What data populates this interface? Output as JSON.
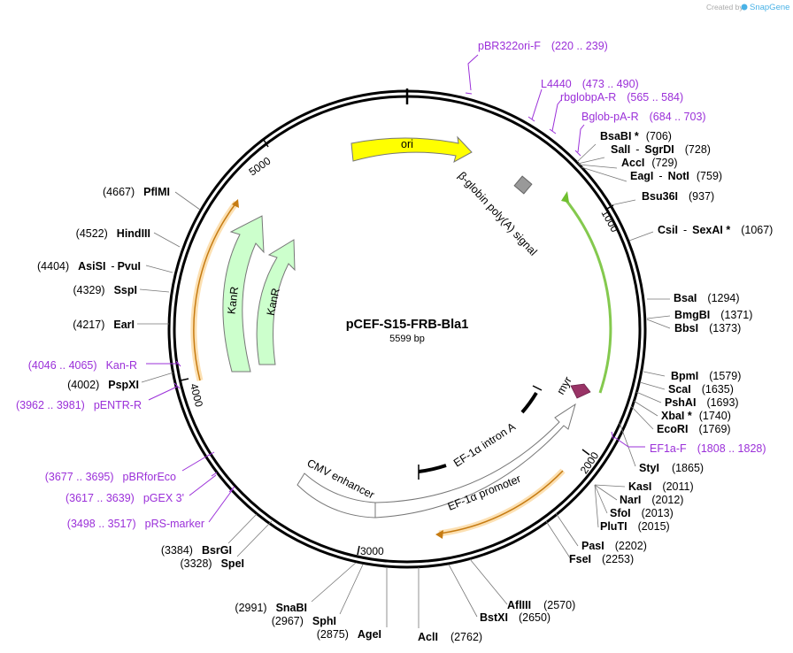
{
  "credit": {
    "created_by": "Created by",
    "brand": "SnapGene"
  },
  "plasmid": {
    "name": "pCEF-S15-FRB-Bla1",
    "size": "5599 bp"
  },
  "ticks": [
    "1000",
    "2000",
    "3000",
    "4000",
    "5000"
  ],
  "features": {
    "ori": "ori",
    "bglobin": "β-globin poly(A) signal",
    "myr": "myr",
    "intron": "EF-1α intron A",
    "promoter": "EF-1α promoter",
    "cmv": "CMV enhancer",
    "kanr1": "KanR",
    "kanr2": "KanR"
  },
  "colors": {
    "ori": "#ffff00",
    "kanr": "#ccffcc",
    "myr": "#993366",
    "primer": "#9b30d9",
    "orange": "#f5a623",
    "green": "#6fbf2f"
  },
  "sites": [
    {
      "name": "BsaBI *",
      "pos": "(706)"
    },
    {
      "name": "SalI",
      "sep": "-",
      "name2": "SgrDI",
      "pos": "(728)"
    },
    {
      "name": "AccI",
      "pos": "(729)"
    },
    {
      "name": "EagI",
      "sep": "-",
      "name2": "NotI",
      "pos": "(759)"
    },
    {
      "name": "Bsu36I",
      "pos": "(937)"
    },
    {
      "name": "CsiI",
      "sep": "-",
      "name2": "SexAI *",
      "pos": "(1067)"
    },
    {
      "name": "BsaI",
      "pos": "(1294)"
    },
    {
      "name": "BmgBI",
      "pos": "(1371)"
    },
    {
      "name": "BbsI",
      "pos": "(1373)"
    },
    {
      "name": "BpmI",
      "pos": "(1579)"
    },
    {
      "name": "ScaI",
      "pos": "(1635)"
    },
    {
      "name": "PshAI",
      "pos": "(1693)"
    },
    {
      "name": "XbaI *",
      "pos": "(1740)"
    },
    {
      "name": "EcoRI",
      "pos": "(1769)"
    },
    {
      "name": "StyI",
      "pos": "(1865)"
    },
    {
      "name": "KasI",
      "pos": "(2011)"
    },
    {
      "name": "NarI",
      "pos": "(2012)"
    },
    {
      "name": "SfoI",
      "pos": "(2013)"
    },
    {
      "name": "PluTI",
      "pos": "(2015)"
    },
    {
      "name": "PasI",
      "pos": "(2202)"
    },
    {
      "name": "FseI",
      "pos": "(2253)"
    },
    {
      "name": "AflIII",
      "pos": "(2570)"
    },
    {
      "name": "BstXI",
      "pos": "(2650)"
    },
    {
      "name": "AclI",
      "pos": "(2762)"
    },
    {
      "name": "AgeI",
      "pos": "(2875)"
    },
    {
      "name": "SphI",
      "pos": "(2967)"
    },
    {
      "name": "SnaBI",
      "pos": "(2991)"
    },
    {
      "name": "SpeI",
      "pos": "(3328)"
    },
    {
      "name": "BsrGI",
      "pos": "(3384)"
    },
    {
      "name": "PspXI",
      "pos": "(4002)"
    },
    {
      "name": "EarI",
      "pos": "(4217)"
    },
    {
      "name": "SspI",
      "pos": "(4329)"
    },
    {
      "name": "AsiSI",
      "sep": "-",
      "name2": "PvuI",
      "pos": "(4404)"
    },
    {
      "name": "HindIII",
      "pos": "(4522)"
    },
    {
      "name": "PflMI",
      "pos": "(4667)"
    }
  ],
  "primers": [
    {
      "name": "pBR322ori-F",
      "range": "(220 .. 239)"
    },
    {
      "name": "L4440",
      "range": "(473 .. 490)"
    },
    {
      "name": "rbglobpA-R",
      "range": "(565 .. 584)"
    },
    {
      "name": "Bglob-pA-R",
      "range": "(684 .. 703)"
    },
    {
      "name": "EF1a-F",
      "range": "(1808 .. 1828)"
    },
    {
      "name": "pBRforEco",
      "range": "(3677 .. 3695)"
    },
    {
      "name": "pGEX 3'",
      "range": "(3617 .. 3639)"
    },
    {
      "name": "pRS-marker",
      "range": "(3498 .. 3517)"
    },
    {
      "name": "Kan-R",
      "range": "(4046 .. 4065)"
    },
    {
      "name": "pENTR-R",
      "range": "(3962 .. 3981)"
    }
  ]
}
